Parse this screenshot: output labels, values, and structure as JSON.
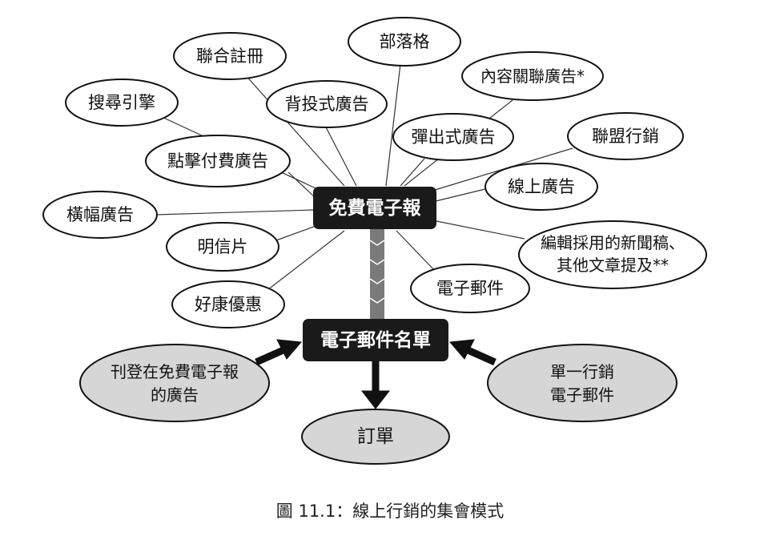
{
  "center_box": {
    "label": "免費電子報"
  },
  "list_box": {
    "label": "電子郵件名單"
  },
  "spokes": {
    "blog": "部落格",
    "joint_registration": "聯合註冊",
    "contextual_ads": "內容關聯廣告*",
    "search_engines": "搜尋引擎",
    "interstitial_ads": "背投式廣告",
    "popup_ads": "彈出式廣告",
    "affiliate_marketing": "聯盟行銷",
    "ppc_ads": "點擊付費廣告",
    "online_ads": "線上廣告",
    "banner_ads": "橫幅廣告",
    "postcards": "明信片",
    "editorial_mentions": [
      "編輯採用的新聞稿、",
      "其他文章提及**"
    ],
    "email": "電子郵件",
    "special_offers": "好康優惠"
  },
  "inputs": {
    "newsletter_ads": [
      "刊登在免費電子報",
      "的廣告"
    ],
    "single_email": [
      "單一行銷",
      "電子郵件"
    ]
  },
  "order": {
    "label": "訂單"
  },
  "caption": "圖 11.1：線上行銷的集會模式",
  "colors": {
    "box": "#1a1a1a",
    "gray_ellipse": "#d6d6d6",
    "arrow": "#111111",
    "connector": "#7a7a7a"
  }
}
